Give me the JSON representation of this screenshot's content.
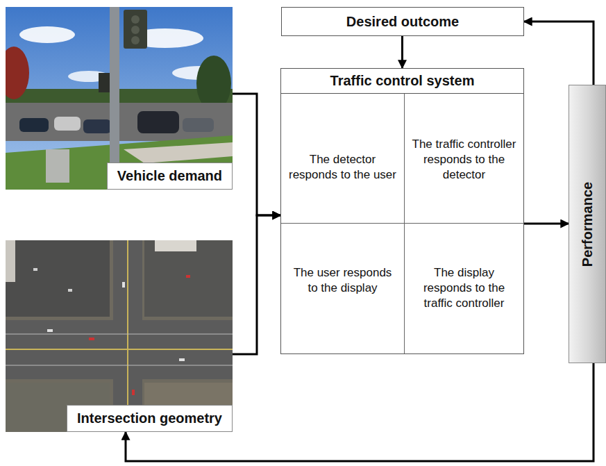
{
  "diagram": {
    "nodes": [
      {
        "text": [
          "Vehicle demand"
        ]
      },
      {
        "text": [
          "Intersection geometry"
        ]
      },
      {
        "text": [
          "Desired outcome"
        ]
      },
      {
        "text": [
          "Traffic control system"
        ]
      },
      {
        "text": [
          "The detector responds to the user"
        ],
        "in": 3
      },
      {
        "text": [
          "The traffic controller responds to the detector"
        ],
        "in": 3
      },
      {
        "text": [
          "The user responds to the display"
        ],
        "in": 3
      },
      {
        "text": [
          "The display responds to the traffic controller"
        ],
        "in": 3
      },
      {
        "text": [
          "Performance"
        ]
      }
    ],
    "edges": [
      {
        "from": 0,
        "to": 3,
        "arrow": "to"
      },
      {
        "from": 1,
        "to": 3,
        "arrow": "to"
      },
      {
        "from": 2,
        "to": 3,
        "arrow": "to"
      },
      {
        "from": 3,
        "to": 8,
        "arrow": "to"
      },
      {
        "from": 8,
        "to": 2,
        "arrow": "to"
      },
      {
        "from": 8,
        "to": 1,
        "arrow": "to"
      },
      {
        "from": 4,
        "to": 5,
        "arrow": "to"
      },
      {
        "from": 5,
        "to": 7,
        "arrow": "to"
      },
      {
        "from": 7,
        "to": 6,
        "arrow": "to"
      },
      {
        "from": 6,
        "to": 4,
        "arrow": "to"
      }
    ]
  }
}
